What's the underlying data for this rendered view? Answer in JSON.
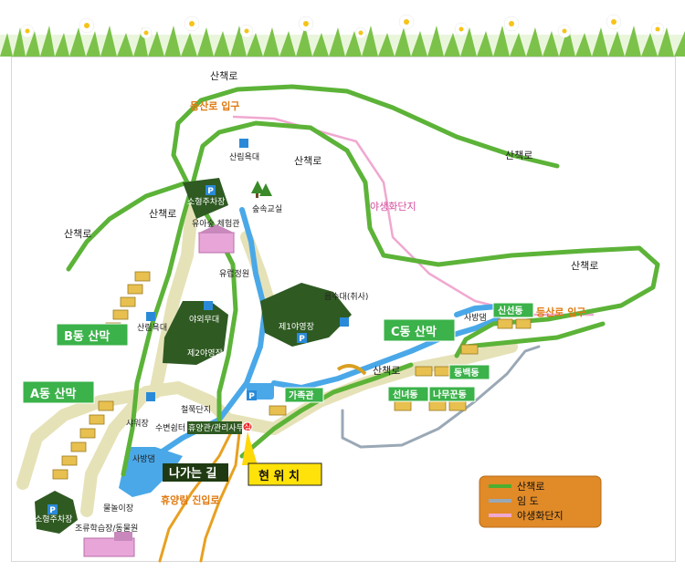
{
  "paths": {
    "walk_n": "산책로",
    "walk_ne": "산책로",
    "walk_mid": "산책로",
    "walk_w1": "산책로",
    "walk_w2": "산책로",
    "walk_e": "산책로",
    "walk_c": "산책로"
  },
  "entrances": {
    "hiking_top": "등산로 입구",
    "hiking_right": "등산로 입구",
    "forest_entry": "휴양림 진입로"
  },
  "wild_flower": "야생화단지",
  "facilities": {
    "forest_bath": "산림욕대",
    "forest_bath2": "산림욕대",
    "forest_class": "숲속교실",
    "parking_small_top": "소형주차장",
    "parking_small_bottom": "소형주차장",
    "kids_forest": "유아숲 체험관",
    "playground": "유럽정원",
    "outdoor_stage": "야외무대",
    "camp1": "제1야영장",
    "camp2": "제2야영장",
    "water_stand": "음수대(취사)",
    "iron_complex": "철쭉단지",
    "shower": "샤워장",
    "rest_area": "수변쉼터",
    "admin": "휴양관/관리사무실",
    "exit_path": "나가는 길",
    "here": "현 위 치",
    "water_play": "사방댐",
    "water_play2": "사방댐",
    "pool": "물놀이장",
    "bird_zoo": "조류학습장/동물원",
    "family_house": "가족관"
  },
  "cabins": {
    "A": "A동 산막",
    "B": "B동 산막",
    "C": "C동 산막",
    "shinseon": "신선동",
    "dongbaek": "동백동",
    "seonnyeo": "선녀동",
    "namu": "나무꾼동"
  },
  "parking_symbol": "P",
  "legend": {
    "items": [
      {
        "label": "산책로",
        "color": "#4caf30"
      },
      {
        "label": "임  도",
        "color": "#9aa8b6"
      },
      {
        "label": "야생화단지",
        "color": "#f0a8d0"
      }
    ]
  }
}
